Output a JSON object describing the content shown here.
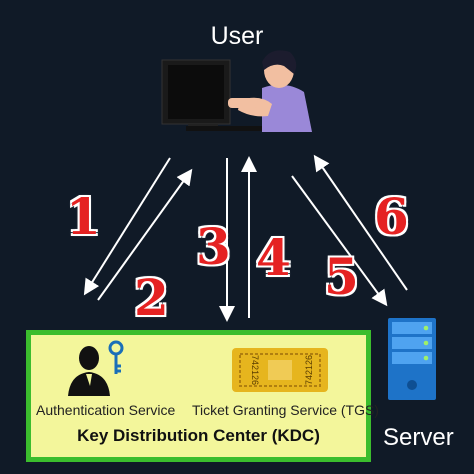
{
  "user": {
    "label": "User"
  },
  "server": {
    "label": "Server"
  },
  "kdc": {
    "title": "Key Distribution Center (KDC)",
    "authentication_service": "Authentication Service",
    "ticket_granting_service": "Ticket Granting Service (TGS)",
    "ticket_number": "742126"
  },
  "steps": [
    "1",
    "2",
    "3",
    "4",
    "5",
    "6"
  ],
  "colors": {
    "background": "#101a27",
    "kdc_fill": "#f3f69b",
    "kdc_border": "#3bbd2d",
    "step_number": "#e52222",
    "arrow": "#ffffff",
    "server": "#1e73c8"
  }
}
